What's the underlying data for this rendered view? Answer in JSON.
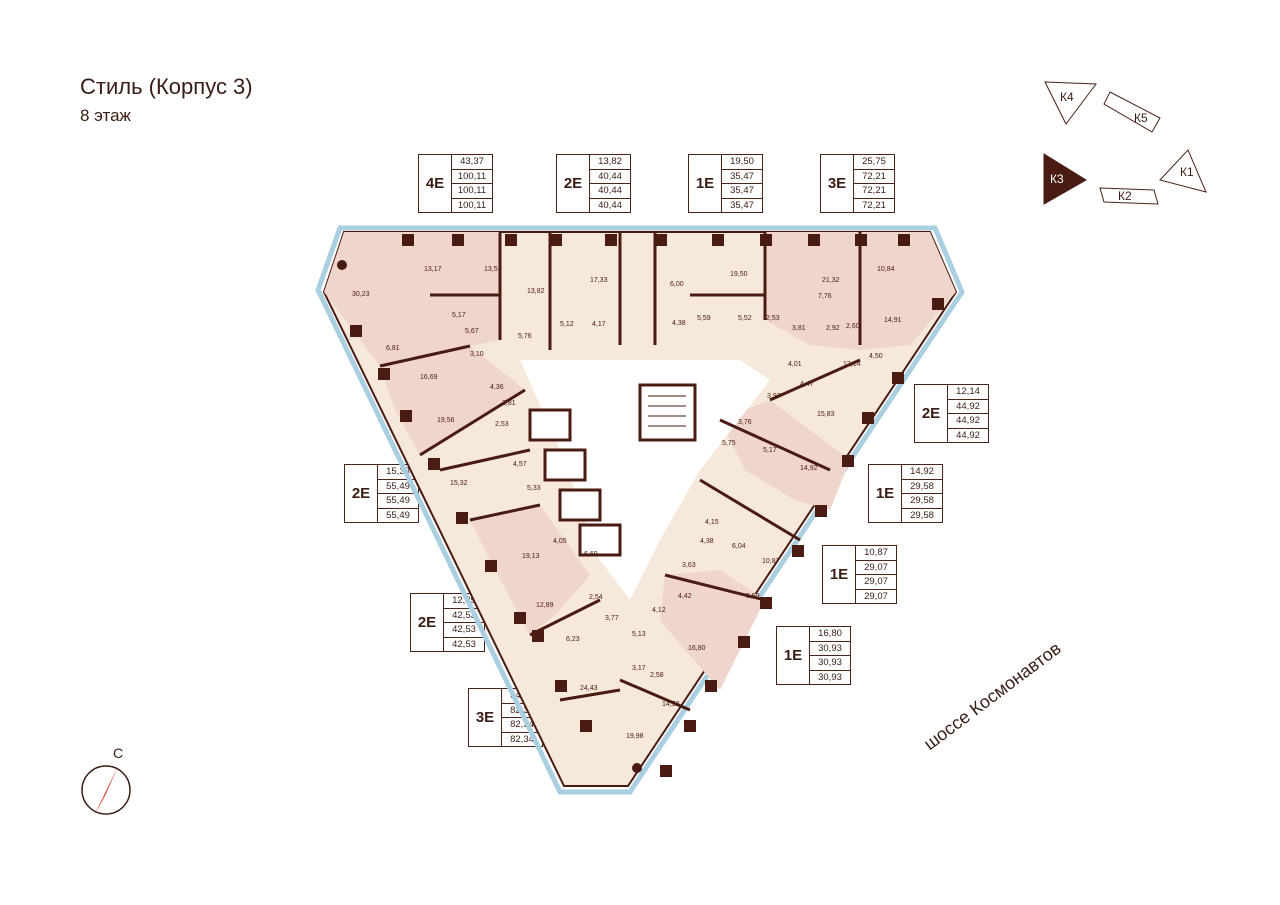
{
  "header": {
    "title": "Стиль (Корпус 3)",
    "floor": "8 этаж"
  },
  "buildings": [
    "К4",
    "К5",
    "К3",
    "К1",
    "К2"
  ],
  "active_building": "К3",
  "compass": "С",
  "street": "шоссе Космонавтов",
  "legends": [
    {
      "type": "4Е",
      "values": [
        "43,37",
        "100,11",
        "100,11",
        "100,11"
      ]
    },
    {
      "type": "2Е",
      "values": [
        "13,82",
        "40,44",
        "40,44",
        "40,44"
      ]
    },
    {
      "type": "1Е",
      "values": [
        "19,50",
        "35,47",
        "35,47",
        "35,47"
      ]
    },
    {
      "type": "3Е",
      "values": [
        "25,75",
        "72,21",
        "72,21",
        "72,21"
      ]
    },
    {
      "type": "2Е",
      "values": [
        "12,14",
        "44,92",
        "44,92",
        "44,92"
      ]
    },
    {
      "type": "1Е",
      "values": [
        "14,92",
        "29,58",
        "29,58",
        "29,58"
      ]
    },
    {
      "type": "1Е",
      "values": [
        "10,87",
        "29,07",
        "29,07",
        "29,07"
      ]
    },
    {
      "type": "1Е",
      "values": [
        "16,80",
        "30,93",
        "30,93",
        "30,93"
      ]
    },
    {
      "type": "2Е",
      "values": [
        "15,33",
        "55,49",
        "55,49",
        "55,49"
      ]
    },
    {
      "type": "2Е",
      "values": [
        "12,89",
        "42,53",
        "42,53",
        "42,53"
      ]
    },
    {
      "type": "3Е",
      "values": [
        "34,54",
        "82,34",
        "82,34",
        "82,34"
      ]
    }
  ],
  "room_areas": [
    "13,17",
    "13,51",
    "30,23",
    "13,82",
    "17,33",
    "5,17",
    "5,67",
    "5,76",
    "5,12",
    "4,17",
    "6,00",
    "19,50",
    "4,38",
    "5,59",
    "5,52",
    "21,32",
    "10,84",
    "7,76",
    "2,53",
    "3,81",
    "2,92",
    "2,60",
    "14,91",
    "6,81",
    "3,10",
    "16,69",
    "4,36",
    "3,81",
    "19,56",
    "2,53",
    "4,57",
    "15,32",
    "5,33",
    "4,01",
    "12,14",
    "4,50",
    "4,47",
    "3,97",
    "15,83",
    "3,76",
    "5,75",
    "5,17",
    "14,92",
    "4,15",
    "4,38",
    "6,04",
    "10,87",
    "3,63",
    "4,42",
    "5,59",
    "19,13",
    "4,05",
    "6,69",
    "12,89",
    "2,54",
    "4,12",
    "3,77",
    "5,13",
    "16,80",
    "6,23",
    "3,17",
    "2,58",
    "24,43",
    "14,52",
    "19,98"
  ],
  "colors": {
    "apartment_pink": "#efd5cc",
    "apartment_beige": "#f6e8da",
    "wall": "#4a1b12",
    "accent": "#5a1e14",
    "glass": "#a9cfe0"
  }
}
